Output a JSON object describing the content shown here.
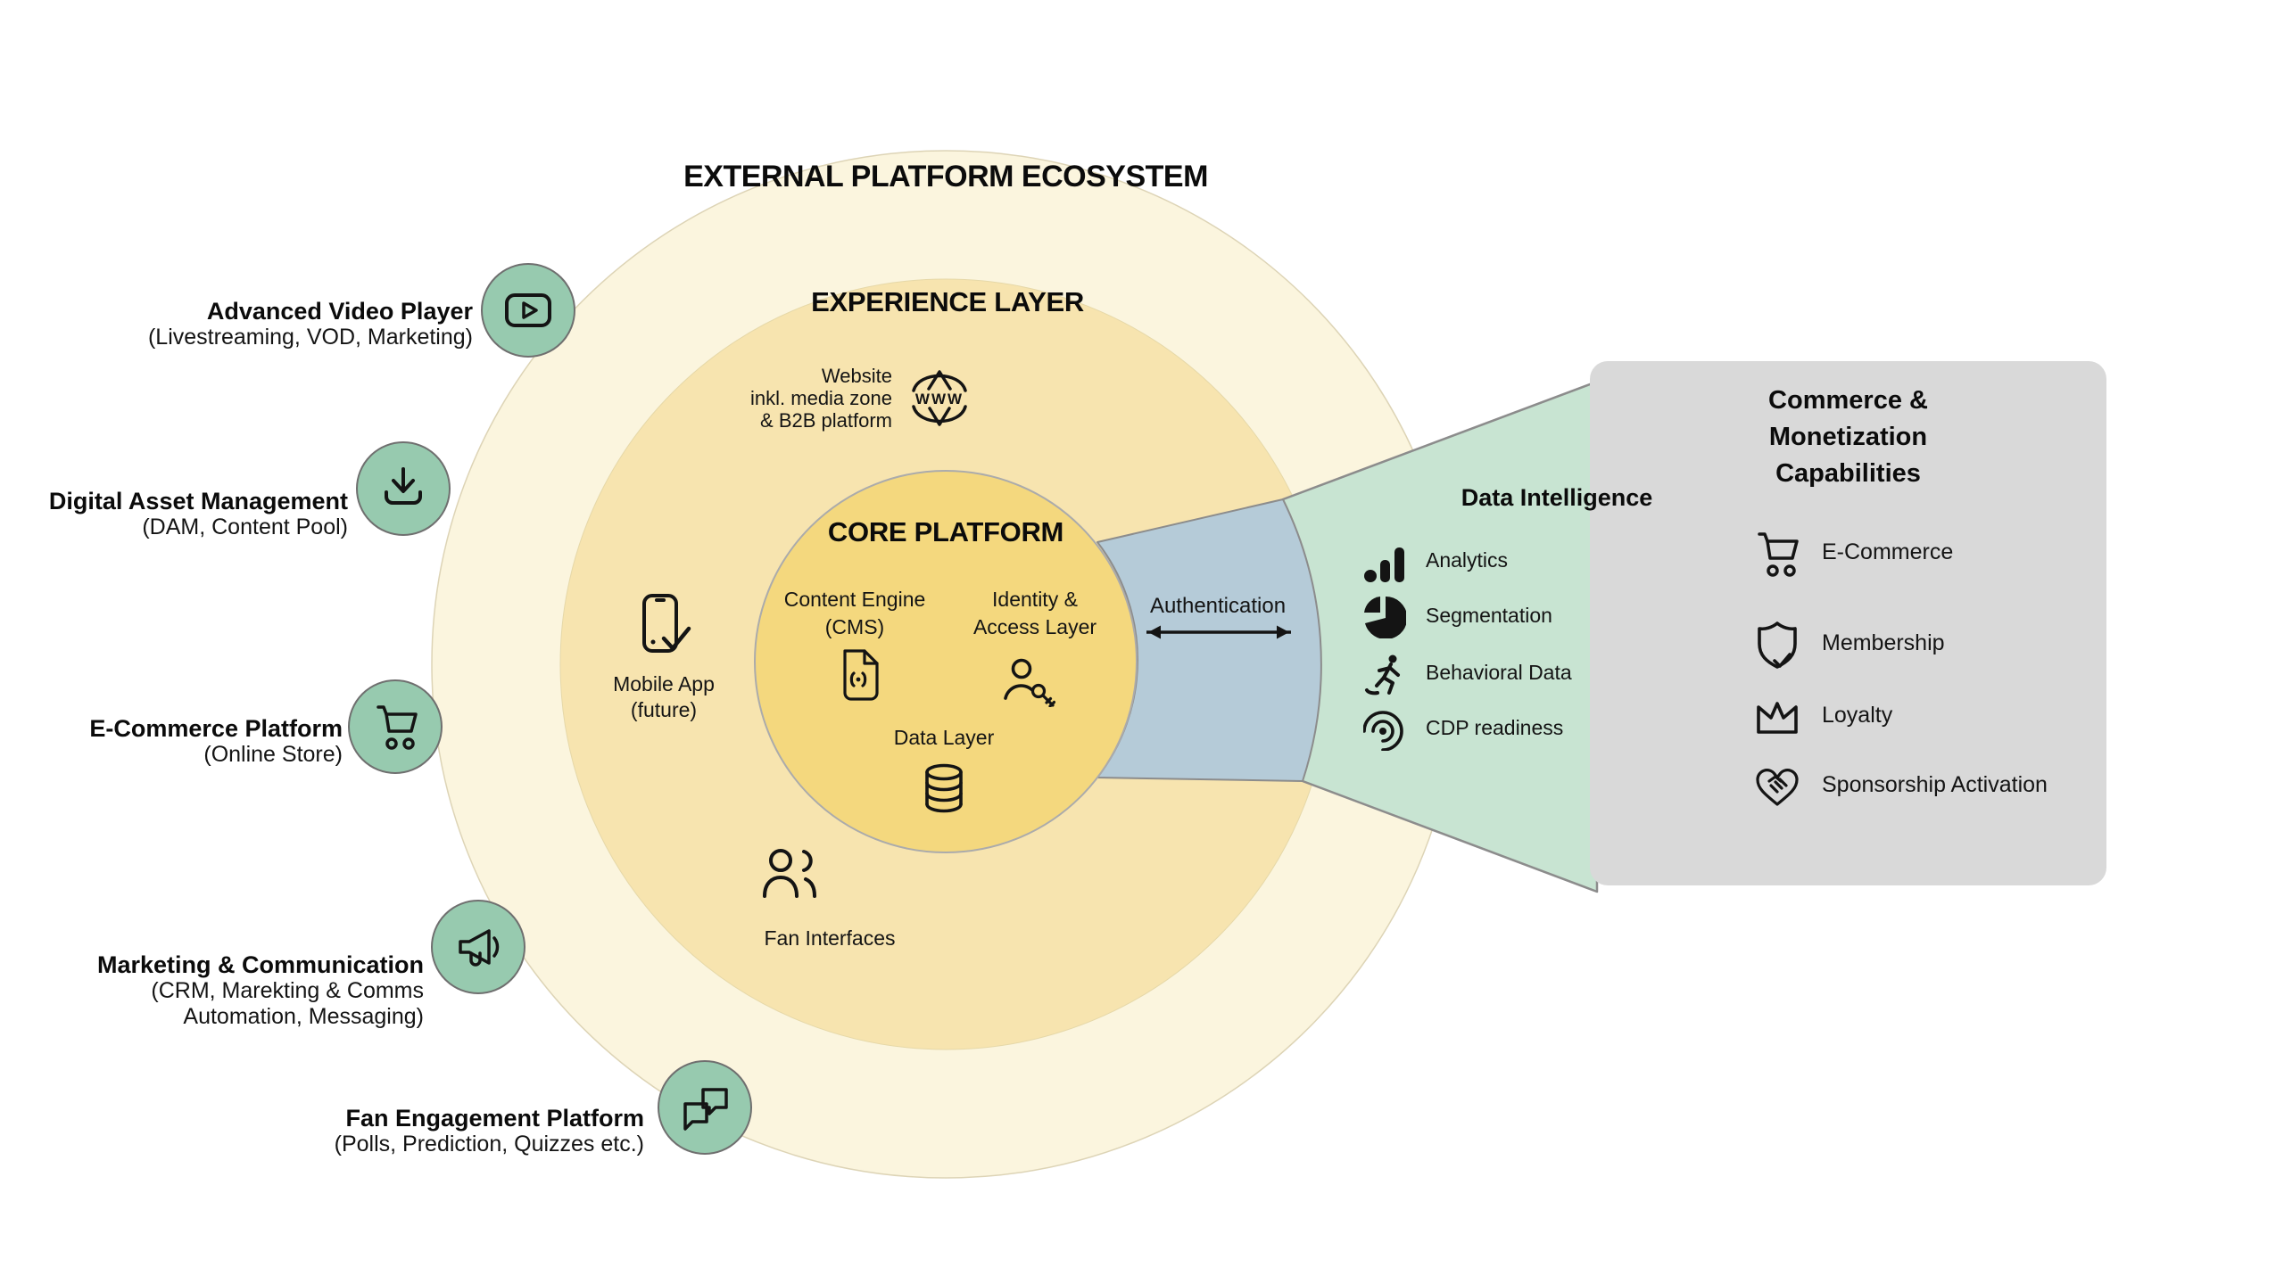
{
  "title": "EXTERNAL PLATFORM ECOSYSTEM",
  "rings": {
    "experience": "EXPERIENCE LAYER",
    "core": "CORE PLATFORM"
  },
  "core_items": {
    "website": {
      "lines": [
        "Website",
        "inkl. media zone",
        "& B2B platform"
      ],
      "icon_text": "WWW"
    },
    "content_engine": {
      "lines": [
        "Content Engine",
        "(CMS)"
      ]
    },
    "identity": {
      "lines": [
        "Identity &",
        "Access Layer"
      ]
    },
    "data_layer": {
      "label": "Data Layer"
    },
    "mobile_app": {
      "lines": [
        "Mobile App",
        "(future)"
      ]
    },
    "fan_interfaces": {
      "label": "Fan Interfaces"
    }
  },
  "authentication": {
    "label": "Authentication"
  },
  "data_intelligence": {
    "title": "Data Intelligence",
    "items": [
      {
        "icon": "analytics-icon",
        "label": "Analytics"
      },
      {
        "icon": "segmentation-icon",
        "label": "Segmentation"
      },
      {
        "icon": "behavioral-data-icon",
        "label": "Behavioral Data"
      },
      {
        "icon": "cdp-readiness-icon",
        "label": "CDP readiness"
      }
    ]
  },
  "commerce_panel": {
    "title_lines": [
      "Commerce &",
      "Monetization",
      "Capabilities"
    ],
    "items": [
      {
        "icon": "cart-icon",
        "label": "E-Commerce"
      },
      {
        "icon": "shield-check-icon",
        "label": "Membership"
      },
      {
        "icon": "crown-icon",
        "label": "Loyalty"
      },
      {
        "icon": "heart-handshake-icon",
        "label": "Sponsorship Activation"
      }
    ]
  },
  "satellites": [
    {
      "icon": "play-icon",
      "title": "Advanced Video Player",
      "subtitle_lines": [
        "(Livestreaming, VOD, Marketing)"
      ]
    },
    {
      "icon": "download-icon",
      "title": "Digital Asset Management",
      "subtitle_lines": [
        "(DAM, Content Pool)"
      ]
    },
    {
      "icon": "cart-icon",
      "title": "E-Commerce Platform",
      "subtitle_lines": [
        "(Online Store)"
      ]
    },
    {
      "icon": "megaphone-icon",
      "title": "Marketing & Communication",
      "subtitle_lines": [
        "(CRM, Marekting & Comms",
        "Automation, Messaging)"
      ]
    },
    {
      "icon": "chat-icon",
      "title": "Fan Engagement Platform",
      "subtitle_lines": [
        "(Polls, Prediction, Quizzes etc.)"
      ]
    }
  ],
  "colors": {
    "outer_ring": "#FBF5DE",
    "experience_ring": "#F7E4AF",
    "core_circle": "#F4D87E",
    "authentication_beam": "#B5CBD8",
    "data_intelligence_funnel": "#C8E4D2",
    "satellite_circle": "#97CAAF",
    "commerce_panel": "#D9D9D9",
    "stroke_gray": "#8C8C8C",
    "icon_black": "#141414"
  }
}
